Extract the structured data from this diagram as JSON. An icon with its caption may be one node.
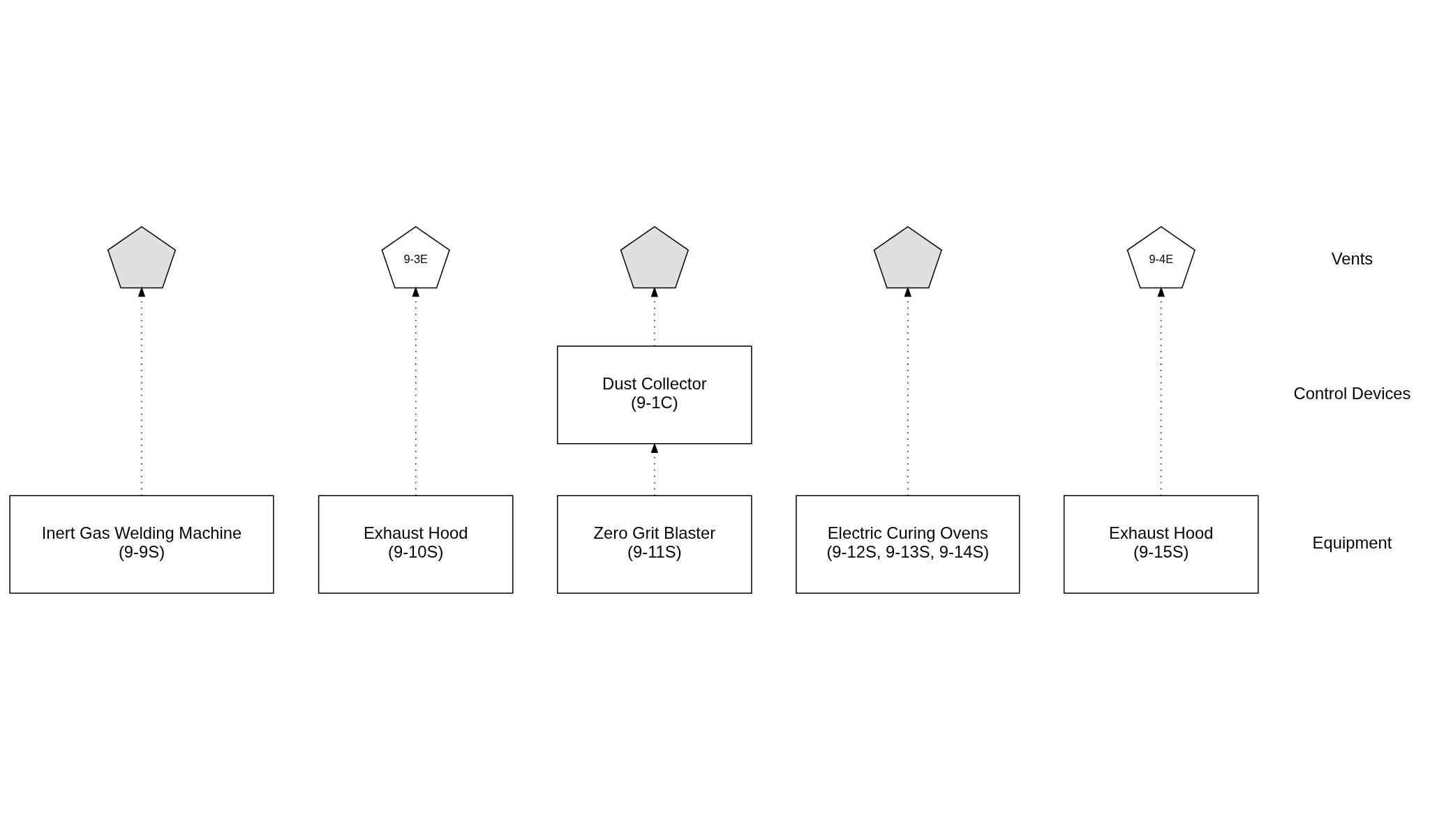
{
  "diagram": {
    "nodes": [
      {
        "text": [],
        "shape": "pentagon"
      },
      {
        "text": [
          "9-3E"
        ]
      },
      {
        "text": [],
        "shape": "pentagon"
      },
      {
        "text": [],
        "shape": "pentagon"
      },
      {
        "text": [
          "9-4E"
        ]
      },
      {
        "text": [
          "Dust Collector",
          "(9-1C)"
        ]
      },
      {
        "text": [
          "Exhaust Hood",
          "(9-10S)"
        ]
      },
      {
        "text": [
          "Electric Curing Ovens",
          "(9-12S, 9-13S, 9-14S)"
        ]
      },
      {
        "text": [
          "Inert Gas Welding Machine",
          "(9-9S)"
        ]
      },
      {
        "text": [
          "Zero Grit Blaster",
          "(9-11S)"
        ]
      },
      {
        "text": [
          "Exhaust Hood",
          "(9-15S)"
        ]
      }
    ],
    "edges": [
      {
        "from": 8,
        "to": 0,
        "arrow": "to"
      },
      {
        "from": 6,
        "to": 1,
        "arrow": "to"
      },
      {
        "from": 9,
        "to": 5,
        "arrow": "to"
      },
      {
        "from": 5,
        "to": 2,
        "arrow": "to"
      },
      {
        "from": 7,
        "to": 3,
        "arrow": "to"
      },
      {
        "from": 10,
        "to": 4,
        "arrow": "to"
      }
    ],
    "labels": [
      "Vents",
      "Control Devices",
      "Equipment"
    ]
  }
}
